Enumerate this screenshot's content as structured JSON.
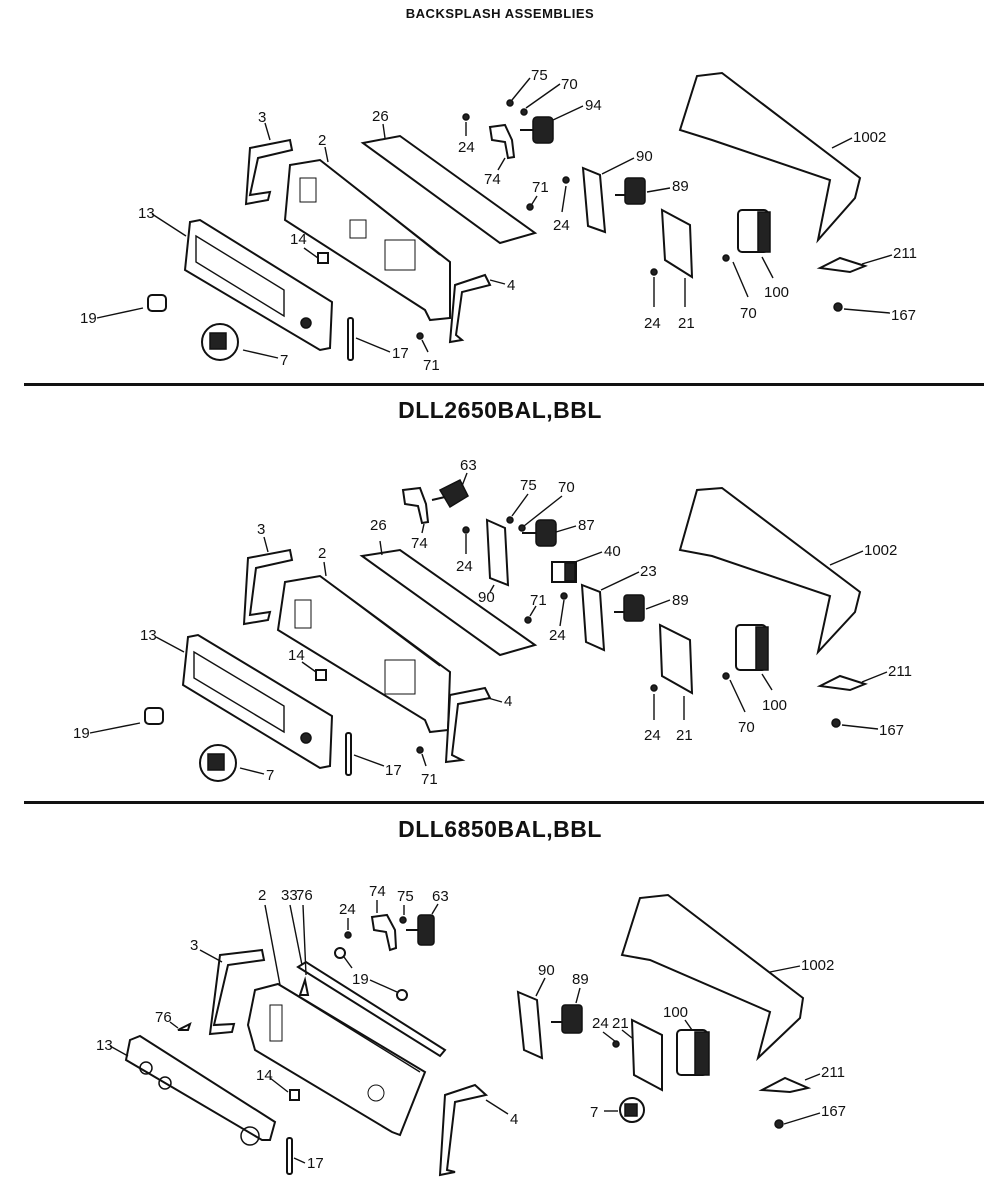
{
  "page_title": "BACKSPLASH ASSEMBLIES",
  "sections": [
    {
      "title": "",
      "callouts": [
        {
          "label": "3",
          "part": "end-cap-left"
        },
        {
          "label": "2",
          "part": "control-panel-housing"
        },
        {
          "label": "26",
          "part": "top-trim-strip"
        },
        {
          "label": "24",
          "part": "screw"
        },
        {
          "label": "75",
          "part": "screw"
        },
        {
          "label": "70",
          "part": "screw"
        },
        {
          "label": "94",
          "part": "switch"
        },
        {
          "label": "74",
          "part": "bracket"
        },
        {
          "label": "90",
          "part": "mounting-plate"
        },
        {
          "label": "89",
          "part": "switch"
        },
        {
          "label": "71",
          "part": "screw"
        },
        {
          "label": "24",
          "part": "screw"
        },
        {
          "label": "1002",
          "part": "backsplash-cover"
        },
        {
          "label": "13",
          "part": "control-panel-faceplate"
        },
        {
          "label": "14",
          "part": "clip"
        },
        {
          "label": "4",
          "part": "end-cap-right"
        },
        {
          "label": "21",
          "part": "timer-bracket"
        },
        {
          "label": "24",
          "part": "screw"
        },
        {
          "label": "70",
          "part": "screw"
        },
        {
          "label": "100",
          "part": "timer"
        },
        {
          "label": "211",
          "part": "hinge-bracket"
        },
        {
          "label": "167",
          "part": "screw"
        },
        {
          "label": "19",
          "part": "knob"
        },
        {
          "label": "7",
          "part": "timer-knob"
        },
        {
          "label": "17",
          "part": "light-bar"
        },
        {
          "label": "71",
          "part": "screw"
        }
      ]
    },
    {
      "title": "DLL2650BAL,BBL",
      "callouts": [
        {
          "label": "63",
          "part": "switch"
        },
        {
          "label": "75",
          "part": "screw"
        },
        {
          "label": "70",
          "part": "screw"
        },
        {
          "label": "87",
          "part": "switch"
        },
        {
          "label": "74",
          "part": "bracket"
        },
        {
          "label": "24",
          "part": "screw"
        },
        {
          "label": "26",
          "part": "top-trim-strip"
        },
        {
          "label": "40",
          "part": "switch"
        },
        {
          "label": "23",
          "part": "mounting-plate"
        },
        {
          "label": "90",
          "part": "mounting-plate"
        },
        {
          "label": "89",
          "part": "switch"
        },
        {
          "label": "3",
          "part": "end-cap-left"
        },
        {
          "label": "2",
          "part": "control-panel-housing"
        },
        {
          "label": "1002",
          "part": "backsplash-cover"
        },
        {
          "label": "71",
          "part": "screw"
        },
        {
          "label": "24",
          "part": "screw"
        },
        {
          "label": "13",
          "part": "control-panel-faceplate"
        },
        {
          "label": "14",
          "part": "clip"
        },
        {
          "label": "4",
          "part": "end-cap-right"
        },
        {
          "label": "211",
          "part": "hinge-bracket"
        },
        {
          "label": "100",
          "part": "timer"
        },
        {
          "label": "24",
          "part": "screw"
        },
        {
          "label": "21",
          "part": "timer-bracket"
        },
        {
          "label": "70",
          "part": "screw"
        },
        {
          "label": "167",
          "part": "screw"
        },
        {
          "label": "19",
          "part": "knob"
        },
        {
          "label": "7",
          "part": "timer-knob"
        },
        {
          "label": "17",
          "part": "light-bar"
        },
        {
          "label": "71",
          "part": "screw"
        }
      ]
    },
    {
      "title": "DLL6850BAL,BBL",
      "callouts": [
        {
          "label": "2",
          "part": "control-panel-housing"
        },
        {
          "label": "33",
          "part": "trim-strip"
        },
        {
          "label": "76",
          "part": "clip"
        },
        {
          "label": "24",
          "part": "screw"
        },
        {
          "label": "74",
          "part": "bracket"
        },
        {
          "label": "75",
          "part": "screw"
        },
        {
          "label": "63",
          "part": "switch"
        },
        {
          "label": "3",
          "part": "end-cap-left"
        },
        {
          "label": "19",
          "part": "knob"
        },
        {
          "label": "1002",
          "part": "backsplash-cover"
        },
        {
          "label": "90",
          "part": "mounting-plate"
        },
        {
          "label": "89",
          "part": "switch"
        },
        {
          "label": "24",
          "part": "screw"
        },
        {
          "label": "21",
          "part": "timer-bracket"
        },
        {
          "label": "100",
          "part": "timer"
        },
        {
          "label": "76",
          "part": "clip"
        },
        {
          "label": "13",
          "part": "control-panel-faceplate"
        },
        {
          "label": "14",
          "part": "clip"
        },
        {
          "label": "211",
          "part": "hinge-bracket"
        },
        {
          "label": "4",
          "part": "end-cap-right"
        },
        {
          "label": "7",
          "part": "timer-knob"
        },
        {
          "label": "167",
          "part": "screw"
        },
        {
          "label": "17",
          "part": "light-bar"
        }
      ]
    }
  ]
}
